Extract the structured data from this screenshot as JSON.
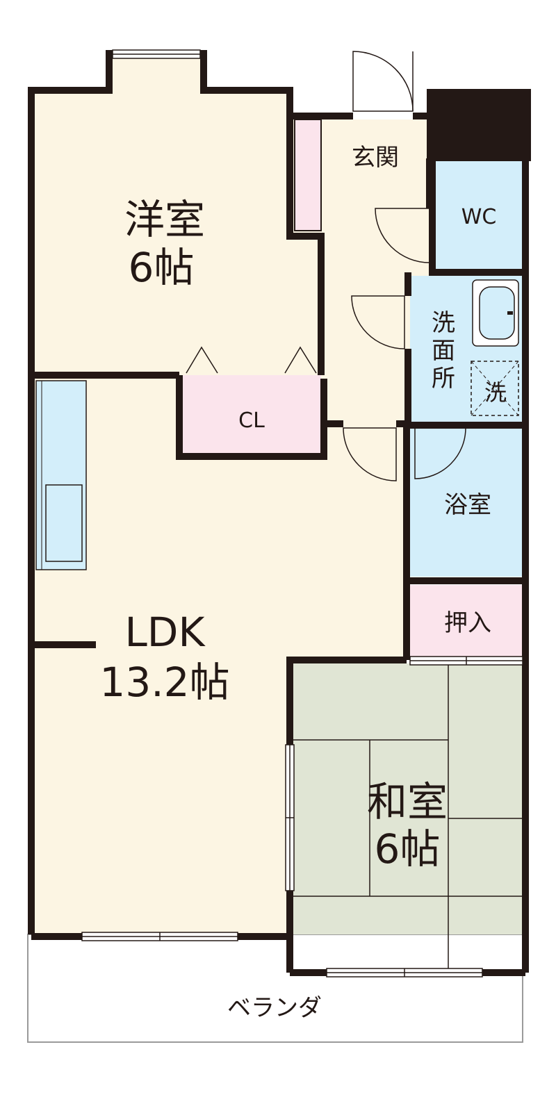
{
  "rooms": {
    "western": {
      "name": "洋室",
      "size": "6帖"
    },
    "closet": {
      "name": "CL"
    },
    "entrance": {
      "name": "玄関"
    },
    "wc": {
      "name": "WC"
    },
    "washroom": {
      "name": "洗面所",
      "name_chars": [
        "洗",
        "面",
        "所"
      ]
    },
    "washer": {
      "name": "洗"
    },
    "bath": {
      "name": "浴室"
    },
    "storage": {
      "name": "押入"
    },
    "ldk": {
      "name": "LDK",
      "size": "13.2帖"
    },
    "japanese": {
      "name": "和室",
      "size": "6帖"
    },
    "veranda": {
      "name": "ベランダ"
    }
  },
  "colors": {
    "wall": "#231815",
    "room_floor": "#fcf5e3",
    "wet_area": "#d3eefa",
    "storage": "#fbe4ec",
    "tatami": "#e0e5d4",
    "pipe_shaft": "#231815"
  }
}
